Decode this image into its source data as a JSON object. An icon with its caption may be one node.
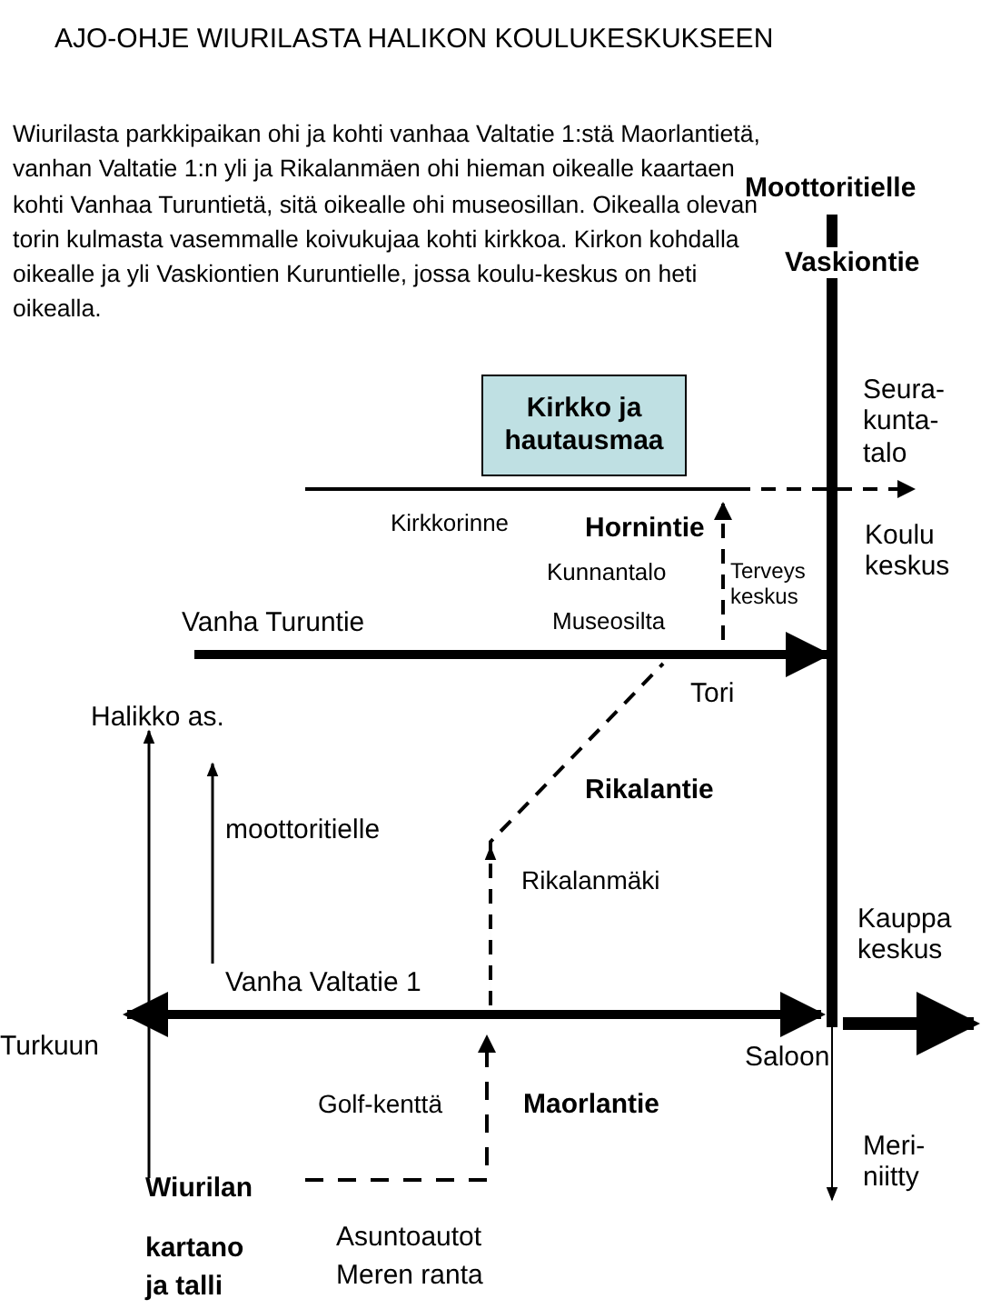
{
  "diagram": {
    "title": "AJO-OHJE WIURILASTA HALIKON KOULUKESKUKSEEN",
    "nodes": [
      {
        "text": [
          "Kirkko ja hautausmaa"
        ]
      }
    ],
    "labels": [
      "Wiurilasta parkkipaikan ohi ja kohti vanhaa Valtatie 1:stä Maorlantietä, vanhan Valtatie 1:n yli ja Rikalanmäen ohi hieman oikealle kaartaen kohti Vanhaa Turuntietä, sitä oikealle ohi museosillan. Oikealla olevan torin kulmasta vasemmalle koivukujaa kohti kirkkoa. Kirkon kohdalla oikealle ja yli Vaskiontien Kuruntielle, jossa koulu-keskus on heti oikealla.",
      "Moottoritielle",
      "Vaskiontie",
      "Seura-kunta-talo",
      "Kirkkorinne",
      "Hornintie",
      "Koulu keskus",
      "Kunnantalo",
      "Terveys keskus",
      "Vanha Turuntie",
      "Museosilta",
      "Tori",
      "Halikko as.",
      "Rikalantie",
      "moottoritielle",
      "Rikalanmäki",
      "Kauppa keskus",
      "Vanha Valtatie 1",
      "Turkuun",
      "Saloon",
      "Golf-kenttä",
      "Maorlantie",
      "Meri-niitty",
      "Wiurilan",
      "kartano ja talli",
      "Asuntoautot Meren ranta"
    ]
  }
}
